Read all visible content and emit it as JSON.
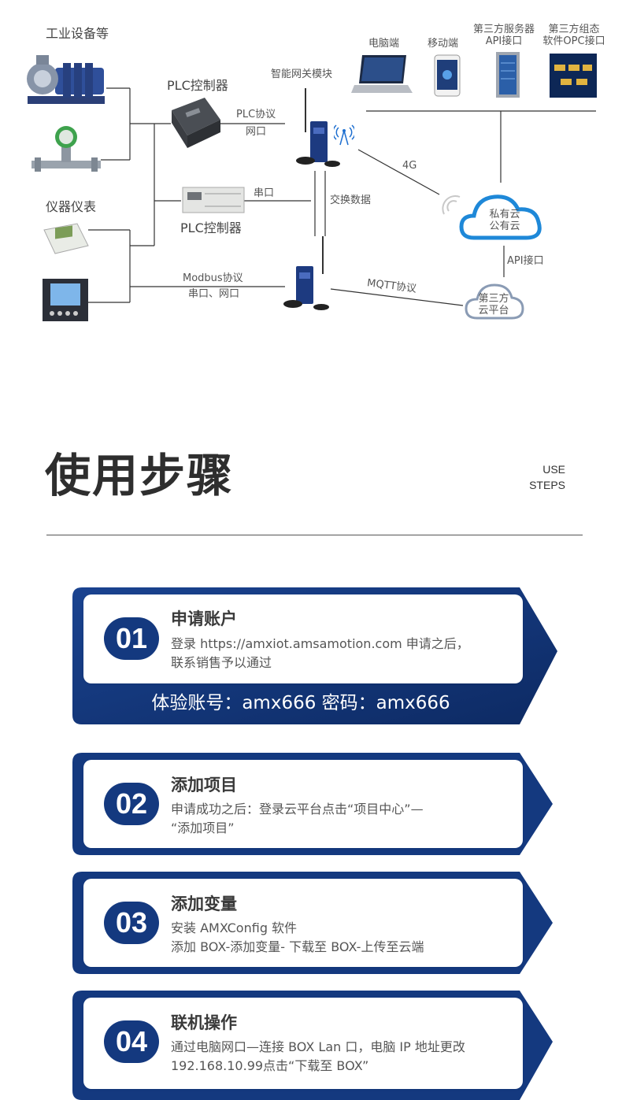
{
  "diagram": {
    "labels": {
      "industrial_equipment": "工业设备等",
      "instruments": "仪器仪表",
      "plc_top": "PLC控制器",
      "plc_bottom": "PLC控制器",
      "plc_protocol": "PLC协议",
      "ethernet": "网口",
      "serial": "串口",
      "gateway": "智能网关模块",
      "exchange": "交换数据",
      "modbus": "Modbus协议",
      "serial_ethernet": "串口、网口",
      "four_g": "4G",
      "mqtt": "MQTT协议",
      "api_port": "API接口",
      "pc": "电脑端",
      "mobile": "移动端",
      "third_server_1": "第三方服务器",
      "third_server_2": "API接口",
      "third_scada_1": "第三方组态",
      "third_scada_2": "软件OPC接口",
      "private_cloud": "私有云",
      "public_cloud": "公有云",
      "third_cloud_1": "第三方",
      "third_cloud_2": "云平台"
    }
  },
  "section": {
    "title": "使用步骤",
    "en_line1": "USE",
    "en_line2": "STEPS"
  },
  "steps": [
    {
      "num": "01",
      "title": "申请账户",
      "lines": [
        "登录 https://amxiot.amsamotion.com 申请之后，",
        "联系销售予以通过"
      ],
      "extra": "体验账号：amx666   密码：amx666"
    },
    {
      "num": "02",
      "title": "添加项目",
      "lines": [
        "申请成功之后：登录云平台点击“项目中心”—",
        "“添加项目”"
      ]
    },
    {
      "num": "03",
      "title": "添加变量",
      "lines": [
        "安装 AMXConfig 软件",
        "添加 BOX-添加变量- 下载至 BOX-上传至云端"
      ]
    },
    {
      "num": "04",
      "title": "联机操作",
      "lines": [
        "通过电脑网口—连接 BOX Lan 口，电脑 IP 地址更改",
        "192.168.10.99点击“下载至 BOX”"
      ]
    }
  ],
  "colors": {
    "brand_dark": "#0f2f6e",
    "brand": "#14397f",
    "cloud_blue": "#1e88d8",
    "line": "#333333"
  }
}
